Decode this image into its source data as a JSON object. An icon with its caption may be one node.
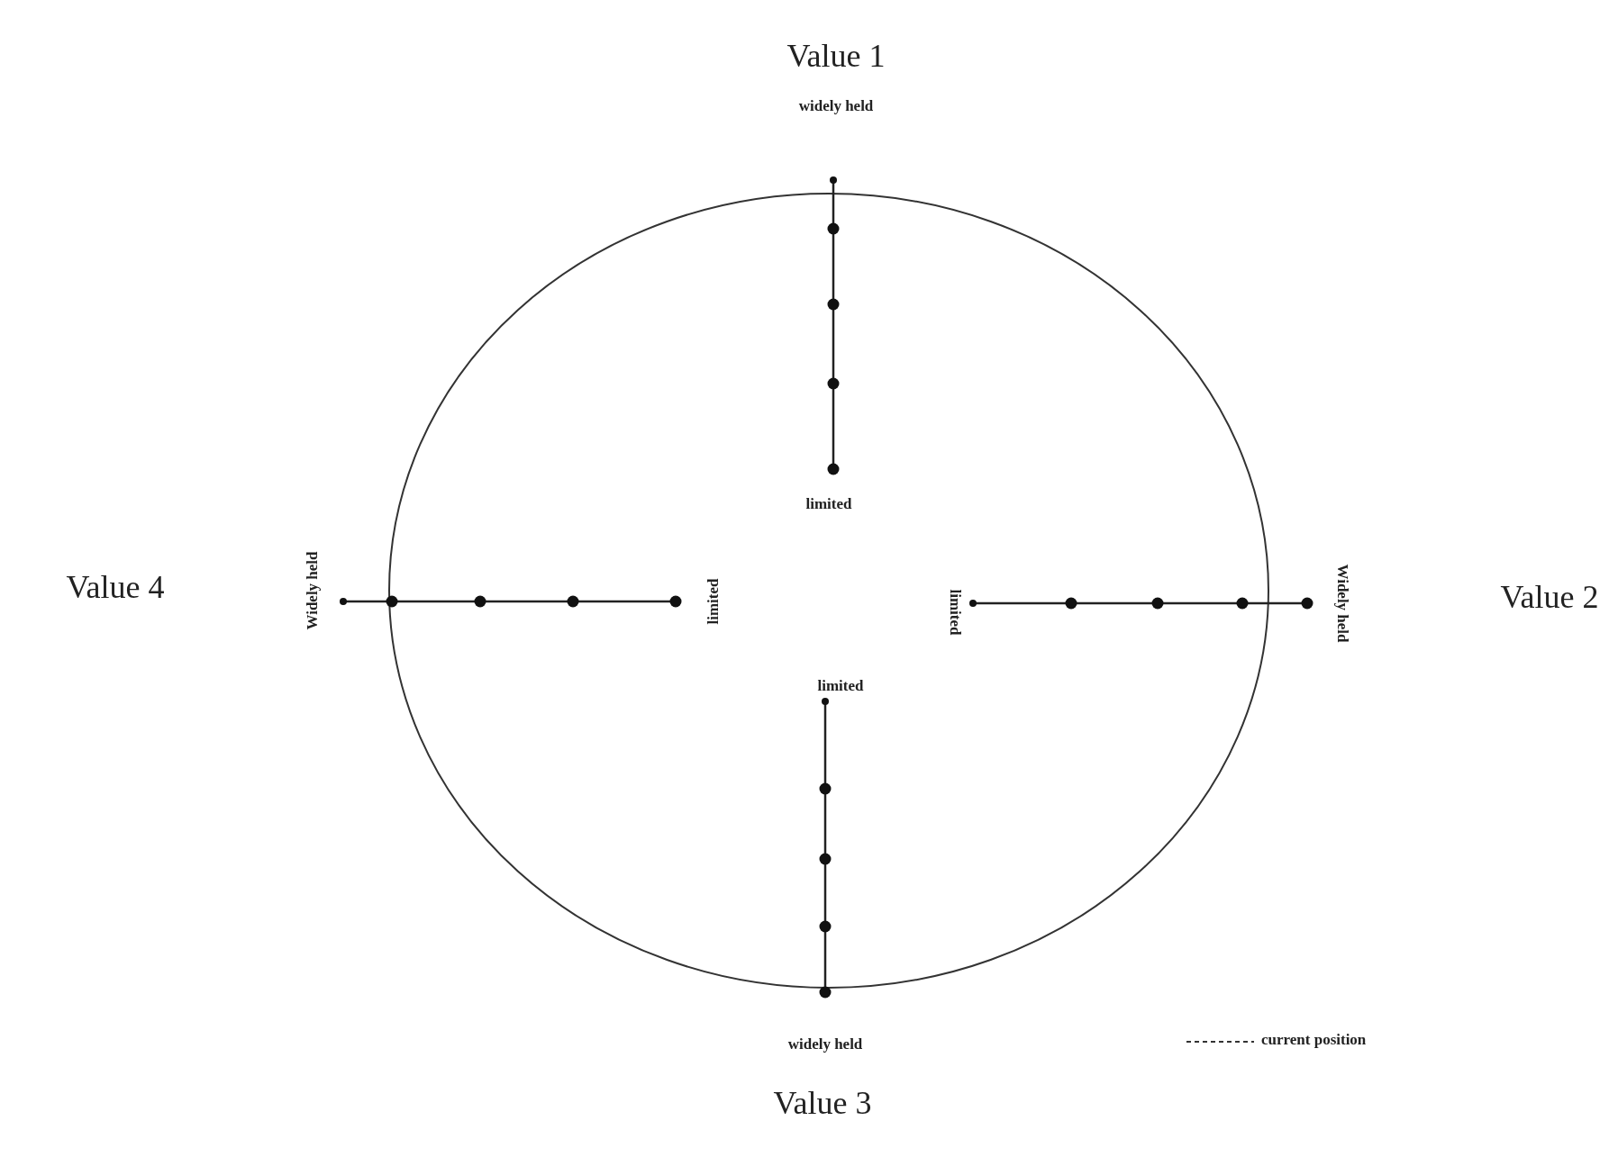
{
  "diagram": {
    "labels": [
      "Value 1",
      "widely held",
      "limited",
      "Value 4",
      "Widely held",
      "limited",
      "limited",
      "Widely held",
      "Value 2",
      "limited",
      "widely held",
      "Value 3"
    ],
    "legend": [
      {
        "text": "current position"
      }
    ]
  }
}
